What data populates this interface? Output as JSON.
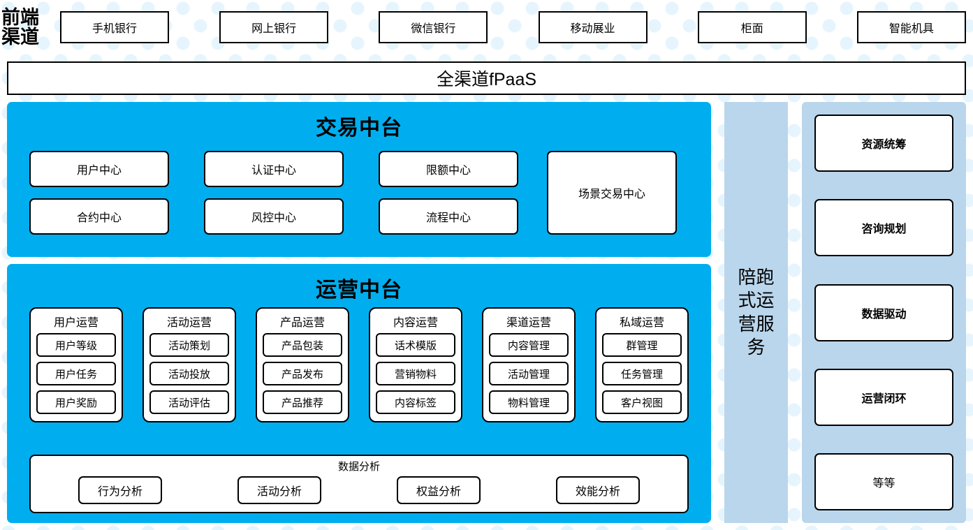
{
  "channel": {
    "label": "前端\n渠道",
    "items": [
      {
        "label": "手机银行"
      },
      {
        "label": "网上银行"
      },
      {
        "label": "微信银行"
      },
      {
        "label": "移动展业"
      },
      {
        "label": "柜面"
      },
      {
        "label": "智能机具"
      }
    ]
  },
  "fpaas": {
    "title": "全渠道fPaaS"
  },
  "trade_center": {
    "title": "交易中台",
    "rows": [
      [
        {
          "label": "用户中心"
        },
        {
          "label": "认证中心"
        },
        {
          "label": "限额中心"
        }
      ],
      [
        {
          "label": "合约中心"
        },
        {
          "label": "风控中心"
        },
        {
          "label": "流程中心"
        }
      ]
    ],
    "highlight": {
      "label": "场景交易中心"
    }
  },
  "ops_center": {
    "title": "运营中台",
    "groups": [
      {
        "title": "用户运营",
        "items": [
          {
            "label": "用户等级"
          },
          {
            "label": "用户任务"
          },
          {
            "label": "用户奖励"
          }
        ]
      },
      {
        "title": "活动运营",
        "items": [
          {
            "label": "活动策划"
          },
          {
            "label": "活动投放"
          },
          {
            "label": "活动评估"
          }
        ]
      },
      {
        "title": "产品运营",
        "items": [
          {
            "label": "产品包装"
          },
          {
            "label": "产品发布"
          },
          {
            "label": "产品推荐"
          }
        ]
      },
      {
        "title": "内容运营",
        "items": [
          {
            "label": "话术模版"
          },
          {
            "label": "营销物料"
          },
          {
            "label": "内容标签"
          }
        ]
      },
      {
        "title": "渠道运营",
        "items": [
          {
            "label": "内容管理"
          },
          {
            "label": "活动管理"
          },
          {
            "label": "物料管理"
          }
        ]
      },
      {
        "title": "私域运营",
        "items": [
          {
            "label": "群管理"
          },
          {
            "label": "任务管理"
          },
          {
            "label": "客户视图"
          }
        ]
      }
    ],
    "data_analysis": {
      "title": "数据分析",
      "items": [
        {
          "label": "行为分析"
        },
        {
          "label": "活动分析"
        },
        {
          "label": "权益分析"
        },
        {
          "label": "效能分析"
        }
      ]
    }
  },
  "service_column": {
    "label": "陪跑式运营服务"
  },
  "services": {
    "items": [
      {
        "label": "资源统筹",
        "bold": true
      },
      {
        "label": "咨询规划",
        "bold": true
      },
      {
        "label": "数据驱动",
        "bold": true
      },
      {
        "label": "运营闭环",
        "bold": true
      },
      {
        "label": "等等",
        "bold": false
      }
    ]
  },
  "colors": {
    "cyan": "#00AEEF",
    "light_blue": "#bad6ec",
    "dot_watermark": "#e6f5fd",
    "border": "#000000"
  }
}
